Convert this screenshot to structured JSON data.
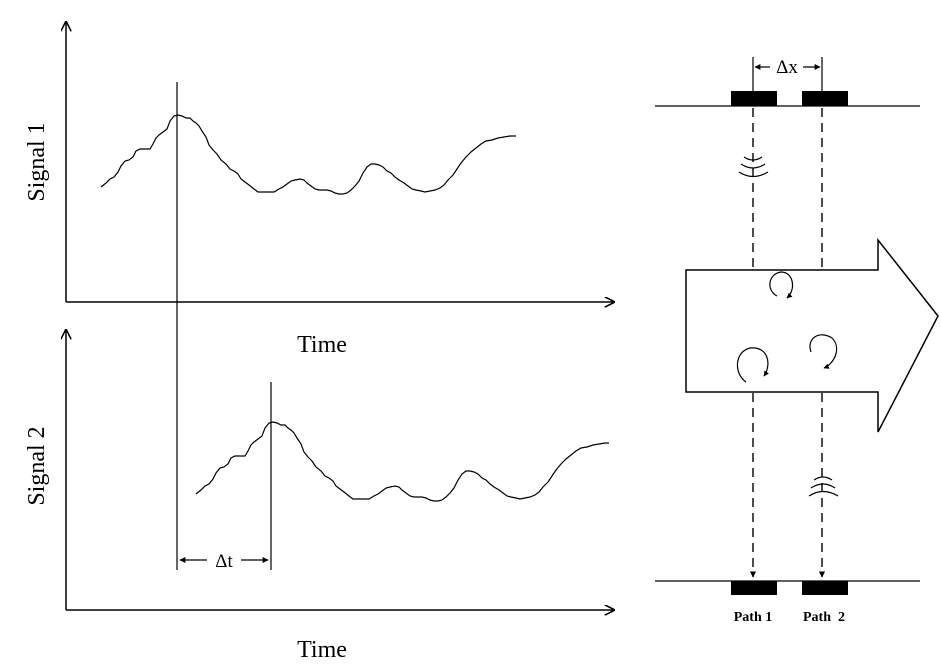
{
  "plots": {
    "top": {
      "ylabel": "Signal 1",
      "xlabel": "Time"
    },
    "bottom": {
      "ylabel": "Signal 2",
      "xlabel": "Time"
    }
  },
  "delta_t_label": "Δt",
  "schematic": {
    "delta_x_label": "Δx",
    "path1_label": "Path 1",
    "path2_label": "Path  2"
  },
  "colors": {
    "ink": "#000000",
    "background": "#ffffff"
  }
}
